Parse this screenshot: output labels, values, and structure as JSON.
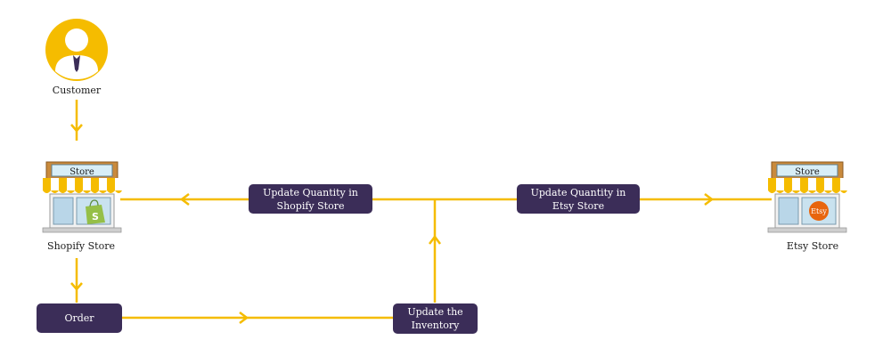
{
  "nodes": {
    "customer": {
      "label": "Customer"
    },
    "shopify_store": {
      "label": "Shopify Store",
      "sign": "Store",
      "badge": "S"
    },
    "etsy_store": {
      "label": "Etsy Store",
      "sign": "Store",
      "badge": "Etsy"
    },
    "order": {
      "label": "Order"
    },
    "update_inventory": {
      "label": "Update the Inventory"
    },
    "update_shopify": {
      "label": "Update Quantity in Shopify Store"
    },
    "update_etsy": {
      "label": "Update Quantity in Etsy Store"
    }
  },
  "colors": {
    "arrow": "#f5bc00",
    "box": "#3b2d58",
    "box_text": "#ffffff",
    "awning_yellow": "#f5bc00",
    "shopify_green": "#95bf47",
    "etsy_orange": "#e8650d"
  }
}
